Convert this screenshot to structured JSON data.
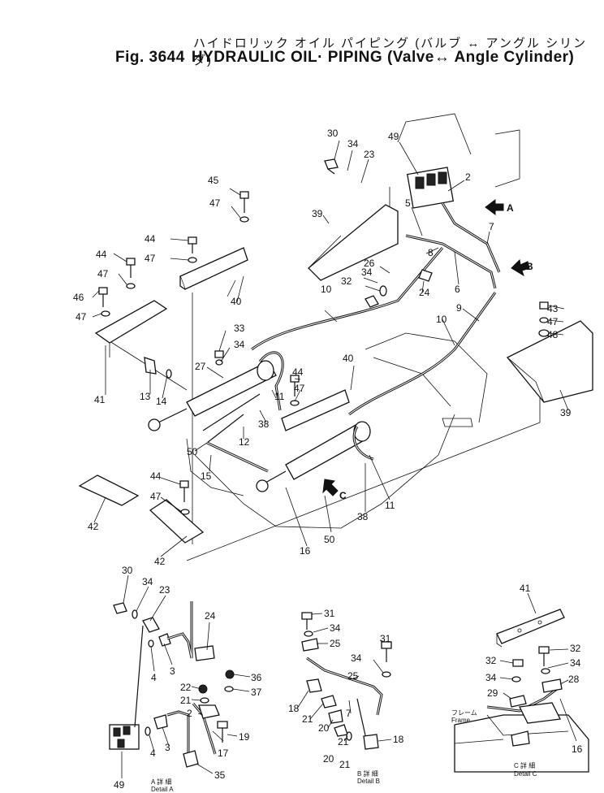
{
  "title": {
    "japanese": "ハイドロリック オイル パイピング (バルブ ↔ アングル シリンダ)",
    "figure": "Fig. 3644",
    "english": "HYDRAULIC OIL· PIPING (Valve↔ Angle Cylinder)"
  },
  "arrows": {
    "a": "A",
    "b": "B",
    "c": "C"
  },
  "details": {
    "a_jp": "A 詳 細",
    "a_en": "Detail A",
    "b_jp": "B 詳 細",
    "b_en": "Detail B",
    "c_jp": "C 詳 細",
    "c_en": "Detail C",
    "frame_jp": "フレーム",
    "frame_en": "Frame"
  },
  "callouts": [
    "2",
    "3",
    "4",
    "5",
    "6",
    "7",
    "8",
    "9",
    "10",
    "11",
    "12",
    "13",
    "14",
    "15",
    "16",
    "17",
    "18",
    "19",
    "20",
    "21",
    "22",
    "23",
    "24",
    "25",
    "26",
    "27",
    "28",
    "29",
    "30",
    "31",
    "32",
    "33",
    "34",
    "35",
    "36",
    "37",
    "38",
    "39",
    "40",
    "41",
    "42",
    "43",
    "44",
    "45",
    "46",
    "47",
    "48",
    "49",
    "50"
  ]
}
